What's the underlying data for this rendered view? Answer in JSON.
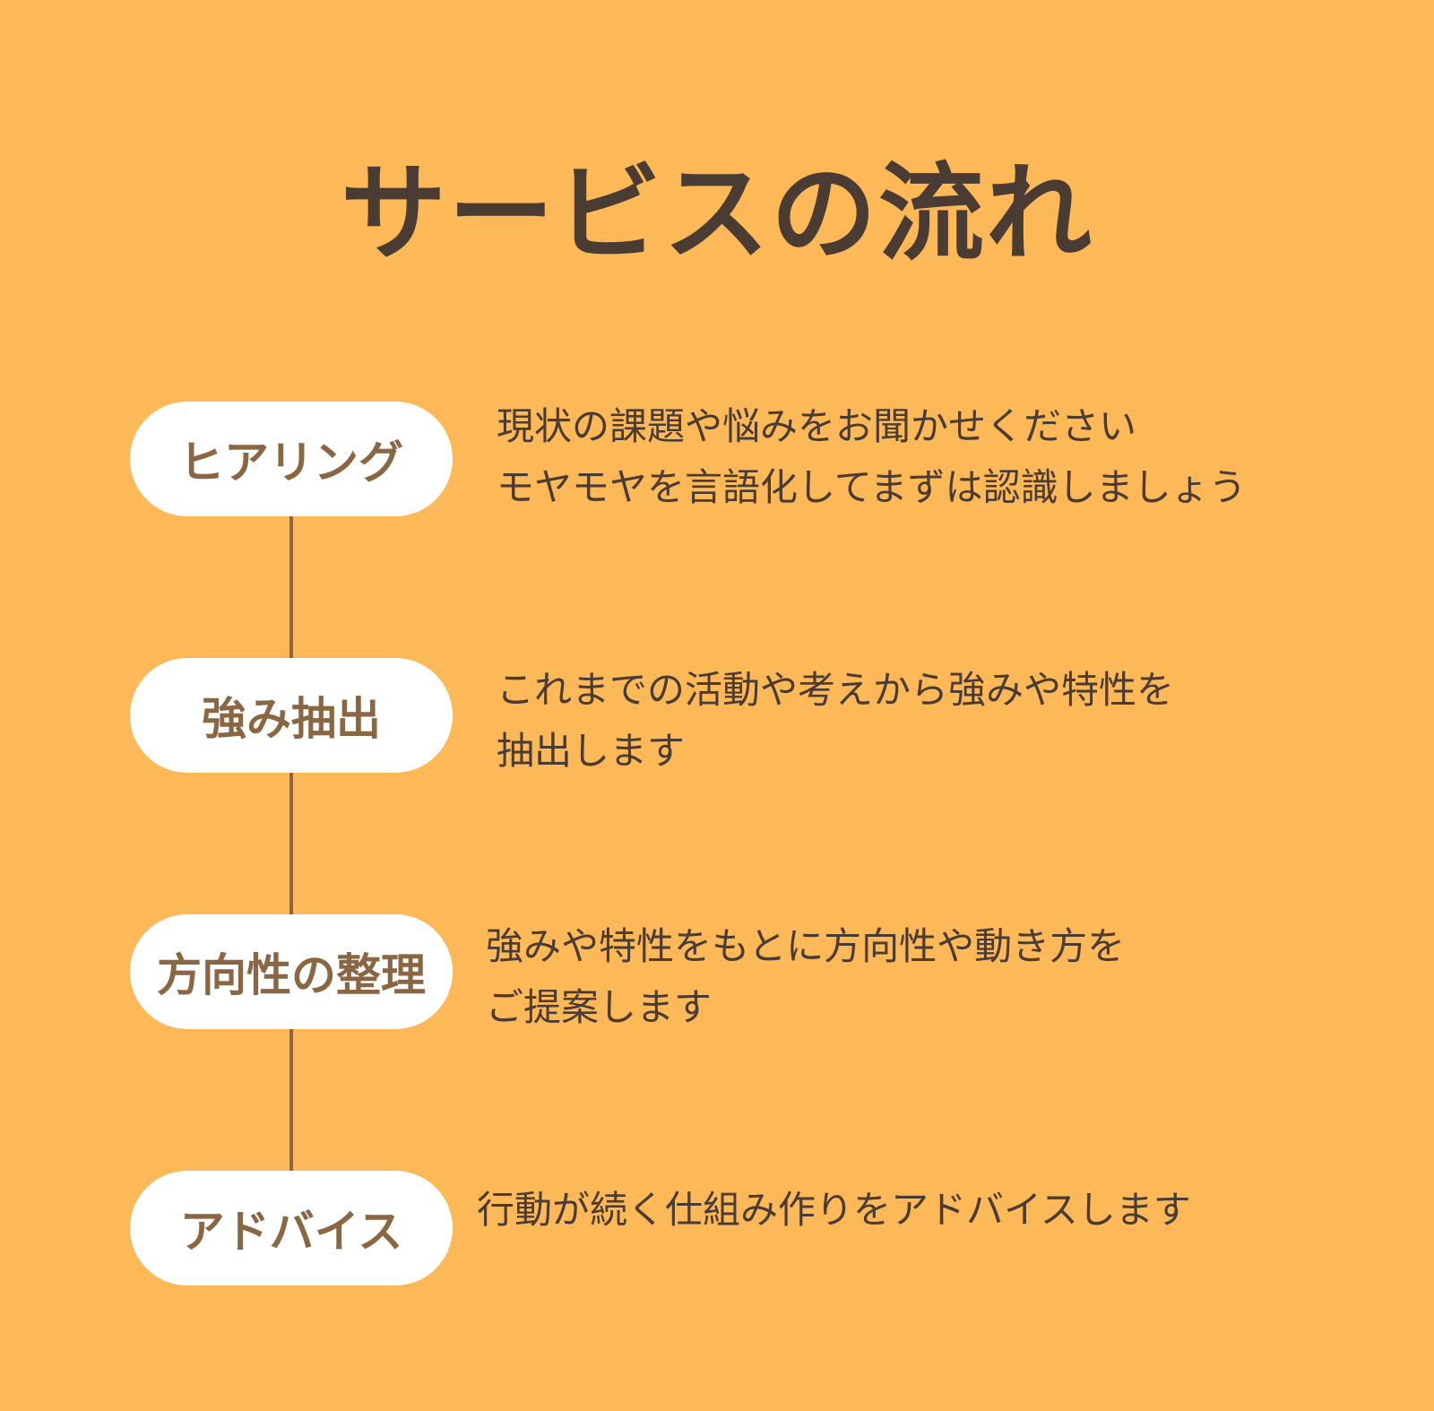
{
  "title": "サービスの流れ",
  "colors": {
    "background": "#FDB958",
    "title_text": "#4A3B33",
    "pill_background": "#FFFFFF",
    "pill_text": "#8A6642",
    "connector": "#8A6642",
    "description_text": "#4A3B33"
  },
  "steps": [
    {
      "label": "ヒアリング",
      "description": [
        "現状の課題や悩みをお聞かせください",
        "モヤモヤを言語化してまずは認識しましょう"
      ]
    },
    {
      "label": "強み抽出",
      "description": [
        "これまでの活動や考えから強みや特性を",
        "抽出します"
      ]
    },
    {
      "label": "方向性の整理",
      "description": [
        "強みや特性をもとに方向性や動き方を",
        "ご提案します"
      ]
    },
    {
      "label": "アドバイス",
      "description": [
        "行動が続く仕組み作りをアドバイスします"
      ]
    }
  ]
}
